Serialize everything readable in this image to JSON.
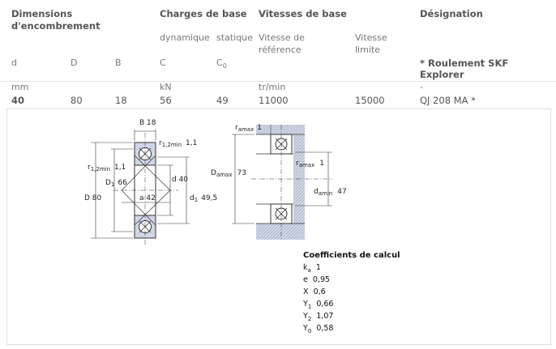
{
  "header": {
    "dimensions": "Dimensions",
    "dimensions2": "d'encombrement",
    "loads": "Charges de base",
    "speeds": "Vitesses de base",
    "designation": "Désignation",
    "dynamic": "dynamique",
    "static": "statique",
    "ref_speed1": "Vitesse de",
    "ref_speed2": "référence",
    "lim_speed1": "Vitesse",
    "lim_speed2": "limite",
    "col_d": "d",
    "col_D": "D",
    "col_B": "B",
    "col_C": "C",
    "col_C0": "C",
    "col_C0_sub": "0",
    "explorer1": "* Roulement SKF",
    "explorer2": "Explorer"
  },
  "units": {
    "mm": "mm",
    "kn": "kN",
    "speed": "tr/min",
    "designation": "-"
  },
  "row": {
    "d": "40",
    "D": "80",
    "B": "18",
    "C": "56",
    "C0": "49",
    "ref_speed": "11000",
    "lim_speed": "15000",
    "designation": "QJ 208 MA *"
  },
  "drawing": {
    "B": "B 18",
    "r12min_top": "r",
    "r12min_top_sub": "1,2min",
    "r12min_top_val": "1,1",
    "r12min_left": "r",
    "r12min_left_sub": "1,2min",
    "r12min_left_val": "1,1",
    "D1": "D",
    "D1_sub": "1",
    "D1_val": "66",
    "d": "d  40",
    "a": "a  42",
    "D": "D  80",
    "d1": "d",
    "d1_sub": "1",
    "d1_val": "49,5",
    "ramax_top": "r",
    "ramax_top_sub": "amax",
    "ramax_top_val": "1",
    "ramax_right": "r",
    "ramax_right_sub": "amax",
    "ramax_right_val": "1",
    "Damax": "D",
    "Damax_sub": "amax",
    "Damax_val": "73",
    "damin": "d",
    "damin_sub": "amin",
    "damin_val": "47"
  },
  "coefficients": {
    "title": "Coefficients de calcul",
    "ka_sym": "k",
    "ka_sub": "a",
    "ka_val": "1",
    "e_sym": "e",
    "e_val": "0,95",
    "x_sym": "X",
    "x_val": "0,6",
    "y1_sym": "Y",
    "y1_sub": "1",
    "y1_val": "0,66",
    "y2_sym": "Y",
    "y2_sub": "2",
    "y2_val": "1,07",
    "y0_sym": "Y",
    "y0_sub": "0",
    "y0_val": "0,58"
  }
}
